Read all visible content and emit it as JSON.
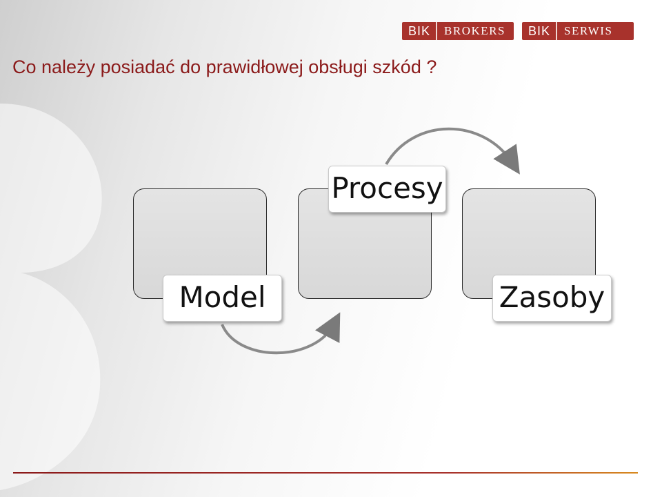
{
  "title": "Co należy posiadać do prawidłowej obsługi szkód ?",
  "logos": {
    "brokers": {
      "prefix": "BIK",
      "name": "BROKERS"
    },
    "serwis": {
      "prefix": "BIK",
      "name": "SERWIS"
    }
  },
  "diagram": {
    "steps": [
      {
        "label": "Model"
      },
      {
        "label": "Procesy"
      },
      {
        "label": "Zasoby"
      }
    ]
  },
  "colors": {
    "title": "#8b1a1a",
    "logo_background": "#a8322c",
    "box_fill": "#dcdcdc",
    "arrow": "#808080"
  }
}
